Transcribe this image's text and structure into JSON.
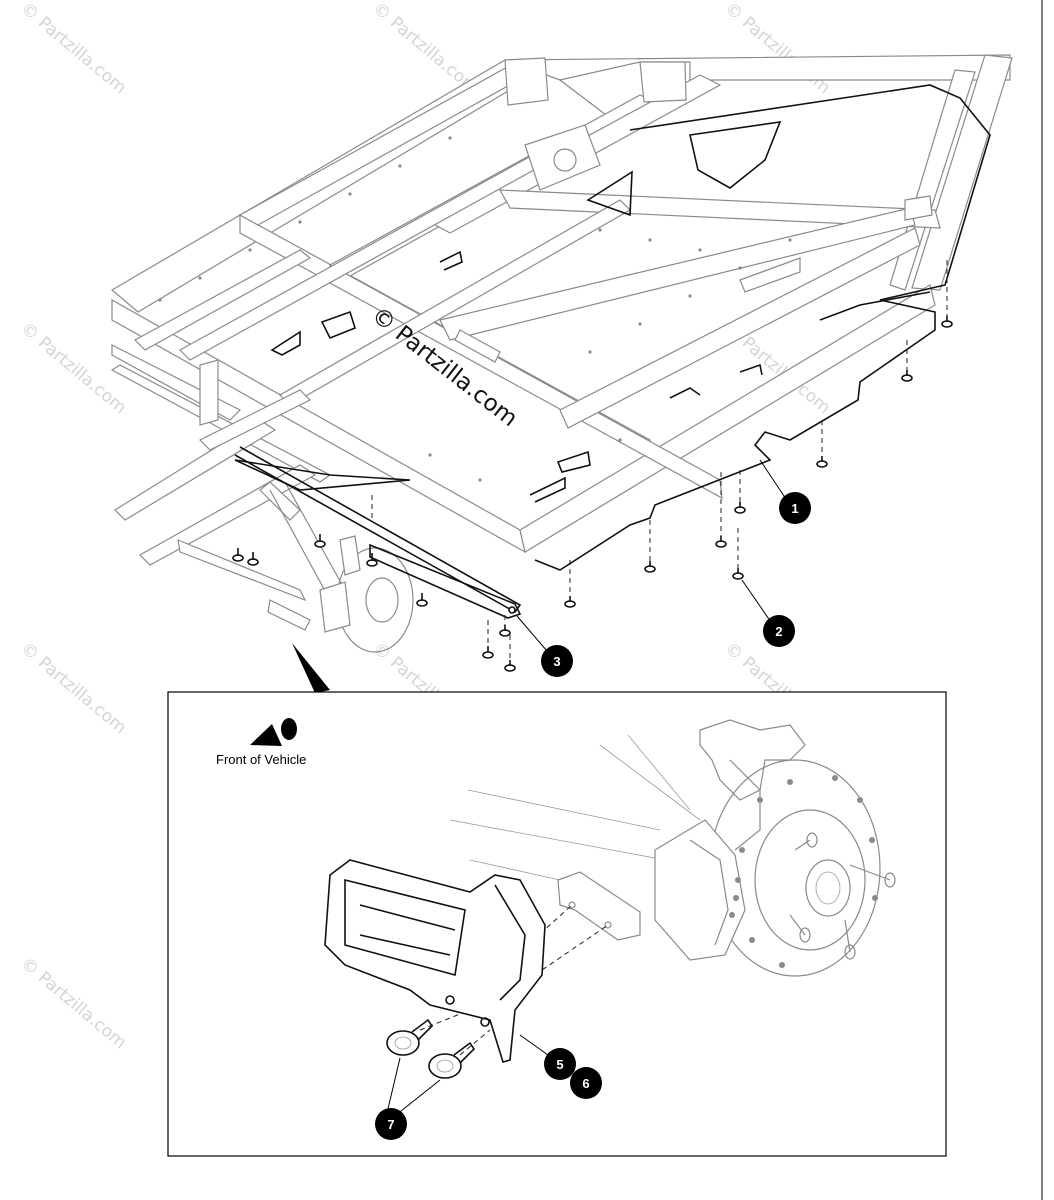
{
  "watermarks": {
    "site": "© Partzilla.com",
    "center": "© Partzilla.com"
  },
  "front_label": "Front of Vehicle",
  "callouts": {
    "c1": "1",
    "c2": "2",
    "c3": "3",
    "c5": "5",
    "c6": "6",
    "c7": "7"
  },
  "icons": {
    "front_arrow": "front-direction-arrow-icon"
  },
  "colors": {
    "line_art": "#8a8a8a",
    "highlight": "#111111",
    "callout_fill": "#000000",
    "watermark": "#d4d4d4"
  }
}
